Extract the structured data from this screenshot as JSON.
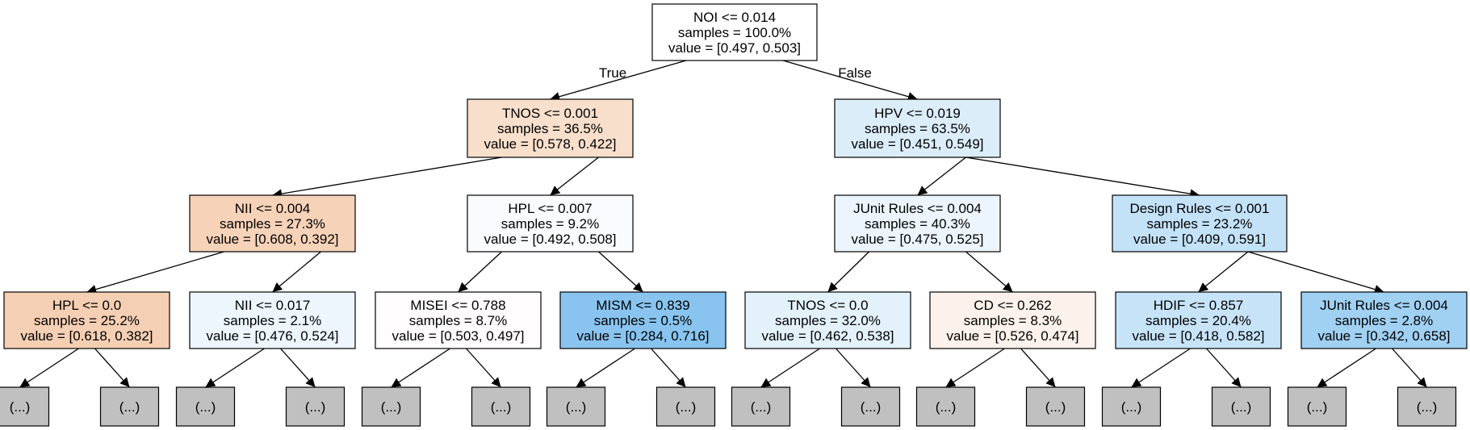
{
  "tree": {
    "edge_labels": {
      "true_label": "True",
      "false_label": "False"
    },
    "nodes": [
      {
        "id": "root",
        "lines": [
          "NOI <= 0.014",
          "samples = 100.0%",
          "value = [0.497, 0.503]"
        ],
        "fill": "#ffffff"
      },
      {
        "id": "n1",
        "lines": [
          "TNOS <= 0.001",
          "samples = 36.5%",
          "value = [0.578, 0.422]"
        ],
        "fill": "#f8dfcb"
      },
      {
        "id": "n2",
        "lines": [
          "HPV <= 0.019",
          "samples = 63.5%",
          "value = [0.451, 0.549]"
        ],
        "fill": "#dcedfa"
      },
      {
        "id": "n3",
        "lines": [
          "NII <= 0.004",
          "samples = 27.3%",
          "value = [0.608, 0.392]"
        ],
        "fill": "#f6d2b8"
      },
      {
        "id": "n4",
        "lines": [
          "HPL <= 0.007",
          "samples = 9.2%",
          "value = [0.492, 0.508]"
        ],
        "fill": "#f9fbfe"
      },
      {
        "id": "n5",
        "lines": [
          "JUnit Rules <= 0.004",
          "samples = 40.3%",
          "value = [0.475, 0.525]"
        ],
        "fill": "#ecf5fd"
      },
      {
        "id": "n6",
        "lines": [
          "Design Rules <= 0.001",
          "samples = 23.2%",
          "value = [0.409, 0.591]"
        ],
        "fill": "#c3e1f7"
      },
      {
        "id": "n7",
        "lines": [
          "HPL <= 0.0",
          "samples = 25.2%",
          "value = [0.618, 0.382]"
        ],
        "fill": "#f5cfb3"
      },
      {
        "id": "n8",
        "lines": [
          "NII <= 0.017",
          "samples = 2.1%",
          "value = [0.476, 0.524]"
        ],
        "fill": "#edf6fd"
      },
      {
        "id": "n9",
        "lines": [
          "MISEI <= 0.788",
          "samples = 8.7%",
          "value = [0.503, 0.497]"
        ],
        "fill": "#fffdfd"
      },
      {
        "id": "n10",
        "lines": [
          "MISM <= 0.839",
          "samples = 0.5%",
          "value = [0.284, 0.716]"
        ],
        "fill": "#88c4ef"
      },
      {
        "id": "n11",
        "lines": [
          "TNOS <= 0.0",
          "samples = 32.0%",
          "value = [0.462, 0.538]"
        ],
        "fill": "#e3f1fb"
      },
      {
        "id": "n12",
        "lines": [
          "CD <= 0.262",
          "samples = 8.3%",
          "value = [0.526, 0.474]"
        ],
        "fill": "#fcf2eb"
      },
      {
        "id": "n13",
        "lines": [
          "HDIF <= 0.857",
          "samples = 20.4%",
          "value = [0.418, 0.582]"
        ],
        "fill": "#c7e3f8"
      },
      {
        "id": "n14",
        "lines": [
          "JUnit Rules <= 0.004",
          "samples = 2.8%",
          "value = [0.342, 0.658]"
        ],
        "fill": "#a0d0f2"
      }
    ],
    "edges": [
      {
        "from": "root",
        "to": "n1",
        "label_key": "true_label"
      },
      {
        "from": "root",
        "to": "n2",
        "label_key": "false_label"
      },
      {
        "from": "n1",
        "to": "n3"
      },
      {
        "from": "n1",
        "to": "n4"
      },
      {
        "from": "n2",
        "to": "n5"
      },
      {
        "from": "n2",
        "to": "n6"
      },
      {
        "from": "n3",
        "to": "n7"
      },
      {
        "from": "n3",
        "to": "n8"
      },
      {
        "from": "n4",
        "to": "n9"
      },
      {
        "from": "n4",
        "to": "n10"
      },
      {
        "from": "n5",
        "to": "n11"
      },
      {
        "from": "n5",
        "to": "n12"
      },
      {
        "from": "n6",
        "to": "n13"
      },
      {
        "from": "n6",
        "to": "n14"
      }
    ],
    "truncated_leaf_label": "(...)",
    "truncated_leaf_fill": "#c0c0c0"
  }
}
